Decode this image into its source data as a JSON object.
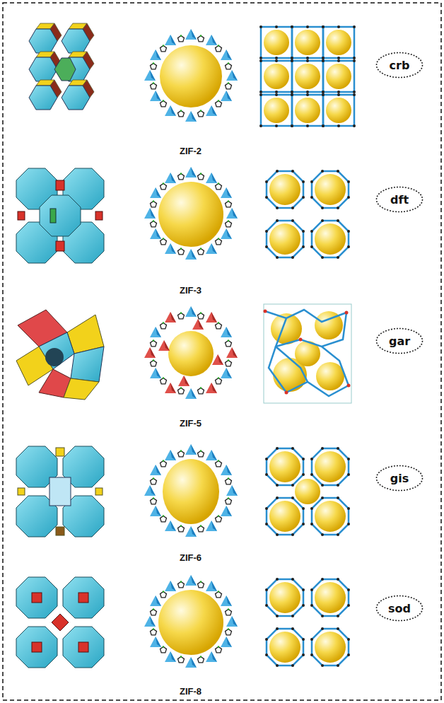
{
  "diagram": {
    "nodes": [
      {
        "text": [
          "crb"
        ]
      },
      {
        "text": [
          "dft"
        ]
      },
      {
        "text": [
          "gar"
        ]
      },
      {
        "text": [
          "gis"
        ]
      },
      {
        "text": [
          "sod"
        ]
      }
    ],
    "labels": [
      "ZIF-2",
      "ZIF-3",
      "ZIF-5",
      "ZIF-6",
      "ZIF-8"
    ]
  }
}
